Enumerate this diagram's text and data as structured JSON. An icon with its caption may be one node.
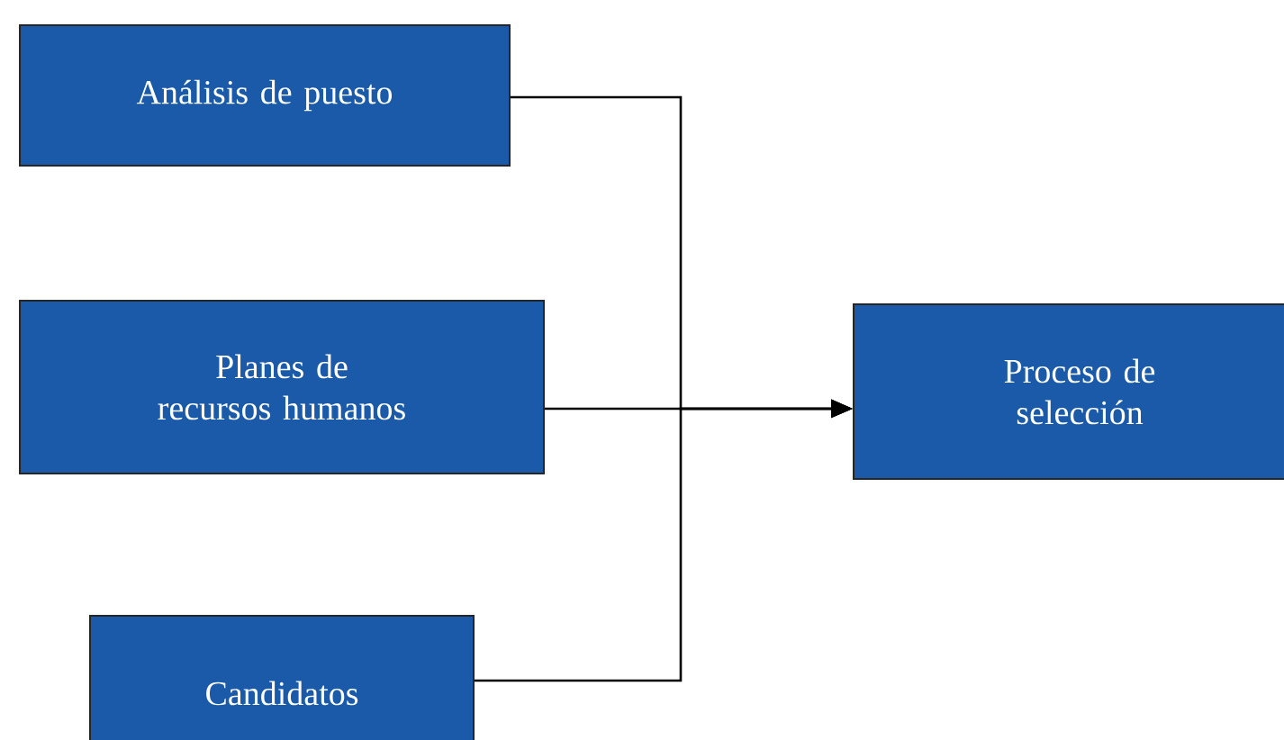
{
  "diagram": {
    "nodes": [
      {
        "text": [
          "Análisis de puesto"
        ]
      },
      {
        "text": [
          "Planes de recursos humanos"
        ]
      },
      {
        "text": [
          "Candidatos"
        ]
      },
      {
        "text": [
          "Proceso de selección"
        ]
      }
    ],
    "edges": [
      {
        "from": 0,
        "to": 3,
        "arrow": "to"
      },
      {
        "from": 1,
        "to": 3,
        "arrow": "to"
      },
      {
        "from": 2,
        "to": 3,
        "arrow": "to"
      }
    ]
  }
}
